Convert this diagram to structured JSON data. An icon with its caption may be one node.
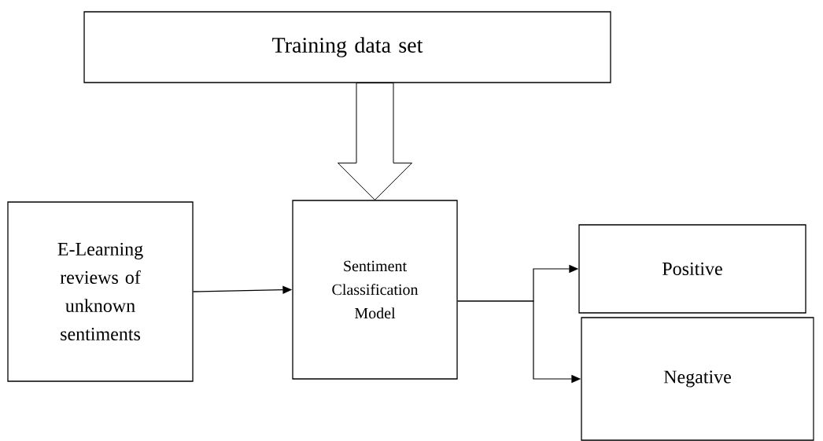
{
  "diagram": {
    "nodes": [
      {
        "text": [
          "Training data set"
        ]
      },
      {
        "text": [
          "E-Learning reviews of unknown sentiments"
        ]
      },
      {
        "text": [
          "Sentiment Classification Model"
        ]
      },
      {
        "text": [
          "Positive"
        ]
      },
      {
        "text": [
          "Negative"
        ]
      }
    ],
    "edges": [
      {
        "from": 0,
        "to": 2,
        "arrow": "to",
        "style": "thick"
      },
      {
        "from": 1,
        "to": 2,
        "arrow": "to"
      },
      {
        "from": 2,
        "to": 3,
        "arrow": "to"
      },
      {
        "from": 2,
        "to": 4,
        "arrow": "to"
      }
    ]
  }
}
